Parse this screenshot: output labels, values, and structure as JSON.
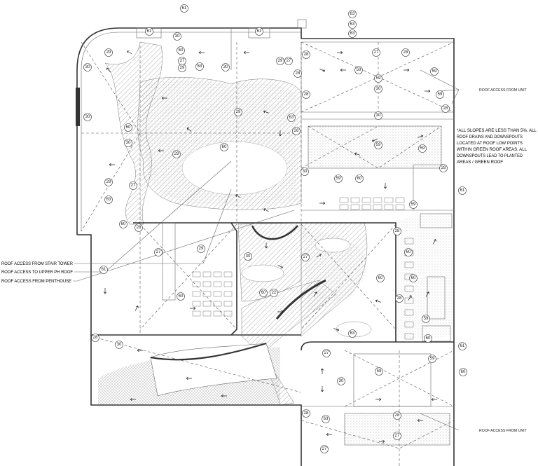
{
  "drawing": {
    "callouts": [
      "61",
      "61",
      "30",
      "61",
      "63",
      "63",
      "63",
      "27",
      "28",
      "28",
      "29",
      "30",
      "60",
      "27",
      "63",
      "30",
      "29",
      "27",
      "28",
      "59",
      "59",
      "30",
      "59",
      "28",
      "59",
      "30",
      "28",
      "63",
      "26",
      "29",
      "60",
      "30",
      "60",
      "29",
      "59",
      "59",
      "29",
      "27",
      "63",
      "30",
      "59",
      "60",
      "61",
      "28",
      "59",
      "60",
      "28",
      "27",
      "29",
      "30",
      "27",
      "28",
      "60",
      "61",
      "60",
      "60",
      "22",
      "60",
      "63",
      "28",
      "28",
      "30",
      "60",
      "61",
      "27",
      "59",
      "59",
      "60",
      "30",
      "28",
      "63",
      "27",
      "27",
      "59",
      "30",
      "29",
      "60",
      "28"
    ],
    "labels": {
      "roof_access_unit_top": "ROOF ACCESS FROM UNIT",
      "roof_access_unit_bottom": "ROOF ACCESS FROM UNIT",
      "stair_tower": "ROOF ACCESS FROM STAIR TOWER",
      "upper_ph_roof": "ROOF ACCESS TO UPPER PH ROOF",
      "penthouse": "ROOF ACCESS FROM PENTHOUSE"
    },
    "note_lines": [
      "*ALL SLOPES ARE LESS THAN 5%. ALL",
      "ROOF DRAINS AND DOWNSPOUTS",
      "LOCATED AT ROOF LOW POINTS",
      "WITHIN GREEN ROOF AREAS. ALL",
      "DOWNSPOUTS LEAD TO PLANTED",
      "AREAS / GREEN ROOF"
    ]
  }
}
